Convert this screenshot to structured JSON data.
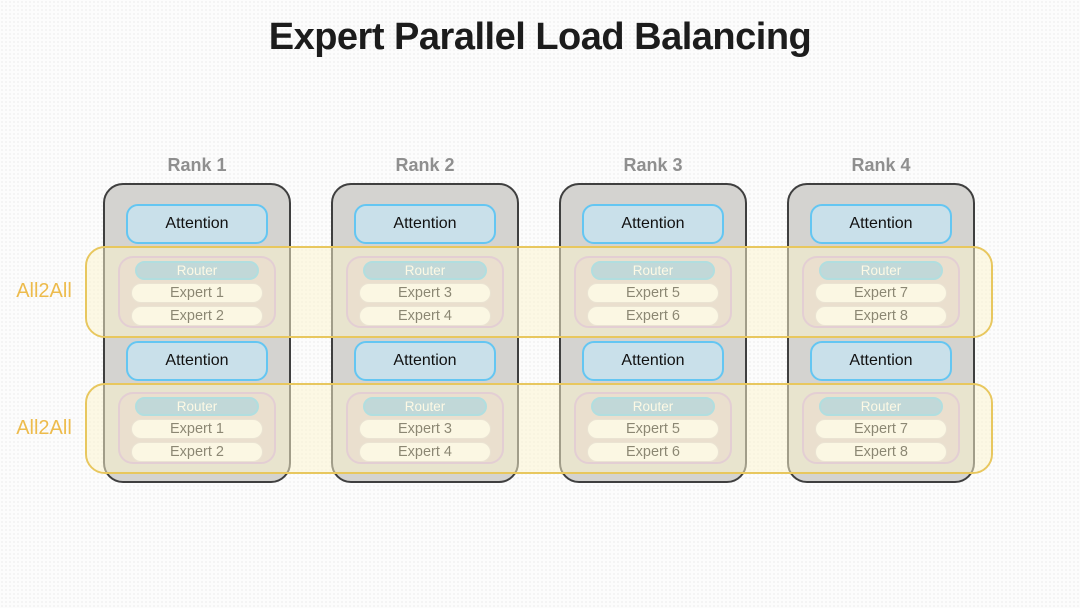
{
  "title": "Expert Parallel Load Balancing",
  "labels": {
    "attention": "Attention",
    "router": "Router"
  },
  "ranks": [
    {
      "label": "Rank 1",
      "experts": [
        "Expert 1",
        "Expert 2"
      ]
    },
    {
      "label": "Rank 2",
      "experts": [
        "Expert 3",
        "Expert 4"
      ]
    },
    {
      "label": "Rank 3",
      "experts": [
        "Expert 5",
        "Expert 6"
      ]
    },
    {
      "label": "Rank 4",
      "experts": [
        "Expert 7",
        "Expert 8"
      ]
    }
  ],
  "bands": [
    {
      "label": "All2All"
    },
    {
      "label": "All2All"
    }
  ],
  "colors": {
    "rank_box_fill": "#d4d3d0",
    "rank_box_border": "#3f3f3f",
    "rank_label_text": "#8f8f8f",
    "attention_fill": "#c9e0ea",
    "attention_border": "#64c6f2",
    "router_fill": "#83bae3",
    "router_border": "#60c7f3",
    "expert_fill": "#fbfafb",
    "expert_group_fill": "#d7c9d0",
    "expert_group_border": "#c9a6da",
    "all2all_band_fill": "#fcf3ce",
    "all2all_band_border": "#e8c75e",
    "all2all_text": "#edbb4c"
  }
}
